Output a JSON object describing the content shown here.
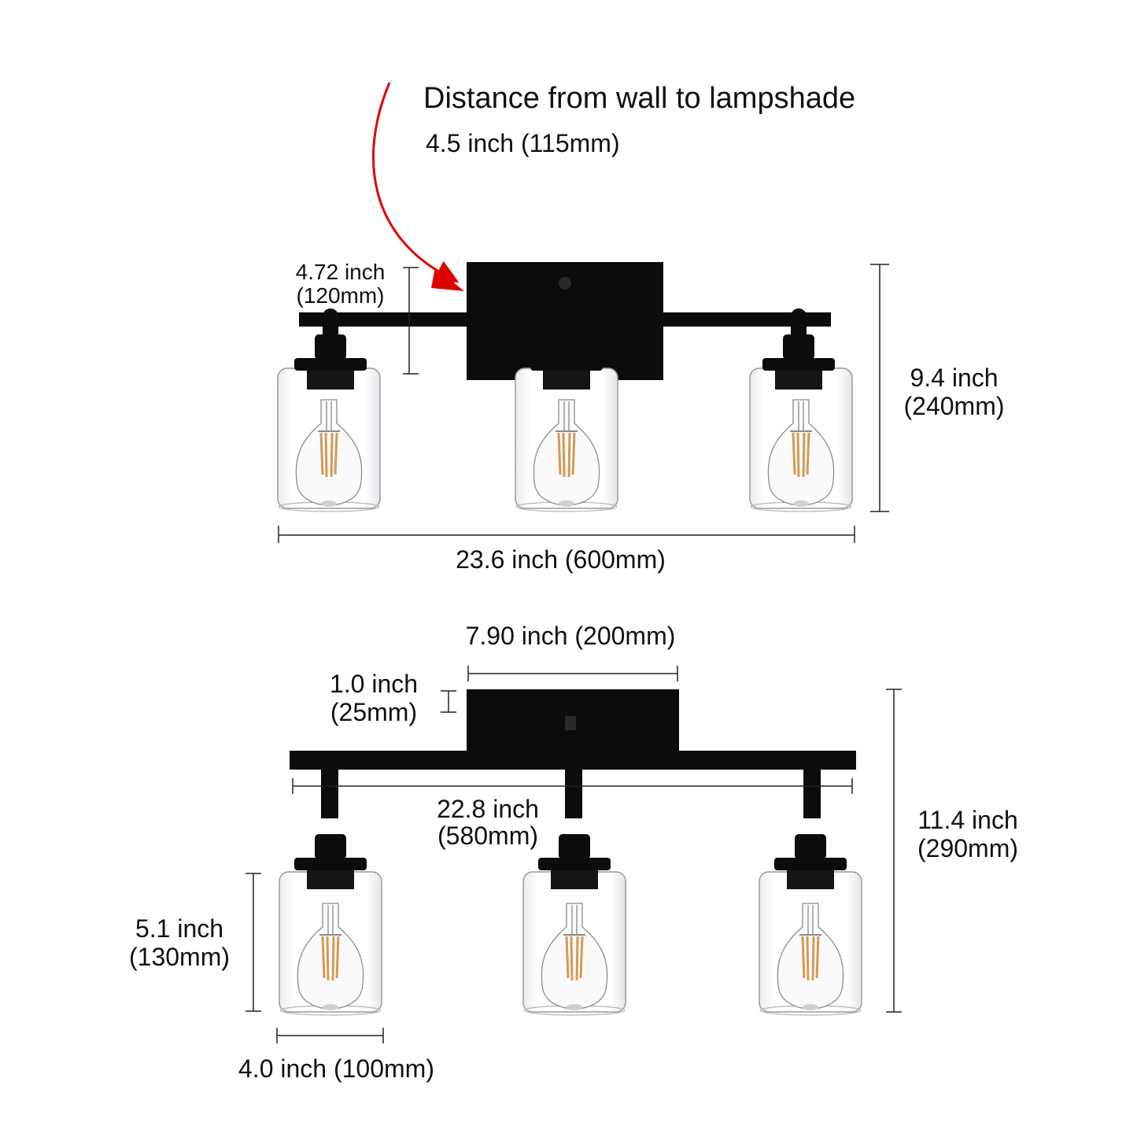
{
  "callout": {
    "title": "Distance from wall to lampshade",
    "value": "4.5 inch (115mm)",
    "arrow_color": "#e00000"
  },
  "front_view": {
    "plate_height_in": "4.72 inch",
    "plate_height_mm": "(120mm)",
    "height_in": "9.4 inch",
    "height_mm": "(240mm)",
    "width": "23.6 inch (600mm)"
  },
  "bottom_view": {
    "plate_length": "7.90 inch (200mm)",
    "plate_depth_in": "1.0 inch",
    "plate_depth_mm": "(25mm)",
    "bar_length_in": "22.8 inch",
    "bar_length_mm": "(580mm)",
    "total_height_in": "11.4 inch",
    "total_height_mm": "(290mm)",
    "shade_height_in": "5.1 inch",
    "shade_height_mm": "(130mm)",
    "shade_width": "4.0 inch (100mm)"
  },
  "colors": {
    "fixture": "#0c0c0c",
    "glass_edge": "#9a9a9a",
    "filament": "#d49a55",
    "dim_line": "#222222"
  }
}
